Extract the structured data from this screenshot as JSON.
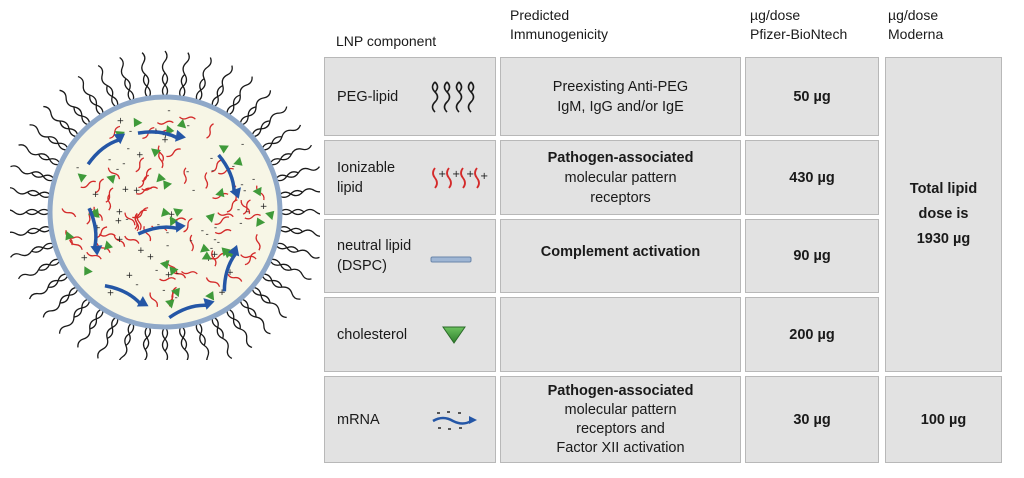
{
  "headers": {
    "component": "LNP component",
    "immunogenicity_line1": "Predicted",
    "immunogenicity_line2": "Immunogenicity",
    "pfizer_line1": "µg/dose",
    "pfizer_line2": "Pfizer-BioNtech",
    "moderna_line1": "µg/dose",
    "moderna_line2": "Moderna"
  },
  "rows": [
    {
      "component": "PEG-lipid",
      "icon": "peg-lipid-icon",
      "immunogenicity": [
        "Preexisting Anti-PEG",
        "IgM, IgG and/or IgE"
      ],
      "pfizer": "50 µg"
    },
    {
      "component": [
        "Ionizable",
        "lipid"
      ],
      "icon": "ionizable-lipid-icon",
      "immunogenicity": [
        "Pathogen-associated",
        "molecular pattern",
        "receptors"
      ],
      "pfizer": "430 µg"
    },
    {
      "component": [
        "neutral lipid",
        "(DSPC)"
      ],
      "icon": "neutral-lipid-icon",
      "immunogenicity": [
        "Complement activation"
      ],
      "pfizer": "90 µg"
    },
    {
      "component": "cholesterol",
      "icon": "cholesterol-icon",
      "immunogenicity": [],
      "pfizer": "200 µg"
    },
    {
      "component": "mRNA",
      "icon": "mrna-icon",
      "immunogenicity": [
        "Pathogen-associated",
        "molecular pattern",
        "receptors and",
        "Factor XII activation"
      ],
      "pfizer": "30 µg",
      "moderna": "100 µg"
    }
  ],
  "moderna_lipid_total": [
    "Total lipid",
    "dose is",
    "1930 µg"
  ],
  "colors": {
    "cell_bg": "#e2e2e2",
    "cell_border": "#b8b8b8",
    "ionizable_lipid": "#d42a2a",
    "peg_lipid": "#1a1a1a",
    "cholesterol": "#3f9a3a",
    "mrna_arrow": "#2456a6",
    "particle_fill": "#f7f6e6",
    "particle_rim": "#8fa8c8"
  }
}
